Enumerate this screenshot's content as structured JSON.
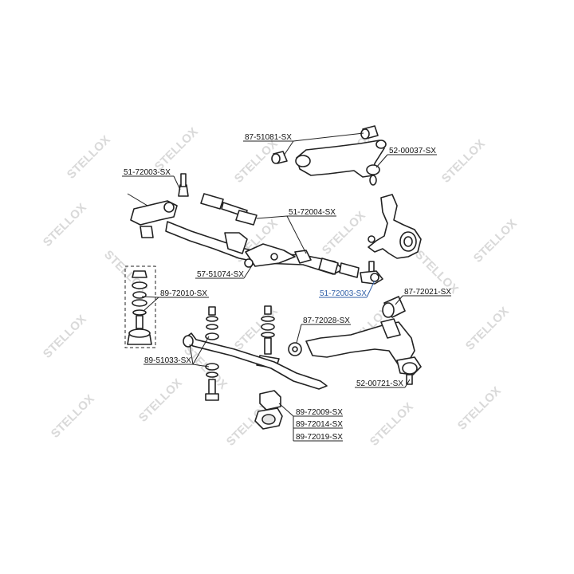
{
  "watermark": {
    "text": "STELLOX",
    "color": "#d9d9d9"
  },
  "highlight_color": "#2f5fa8",
  "labels": {
    "l_87_51081": "87-51081-SX",
    "l_52_00037": "52-00037-SX",
    "l_51_72003_left": "51-72003-SX",
    "l_51_72004": "51-72004-SX",
    "l_57_51074": "57-51074-SX",
    "l_89_72010": "89-72010-SX",
    "l_51_72003_right": "51-72003-SX",
    "l_87_72021": "87-72021-SX",
    "l_87_72028": "87-72028-SX",
    "l_89_51033": "89-51033-SX",
    "l_52_00721": "52-00721-SX",
    "l_89_72009": "89-72009-SX",
    "l_89_72014": "89-72014-SX",
    "l_89_72019": "89-72019-SX"
  }
}
